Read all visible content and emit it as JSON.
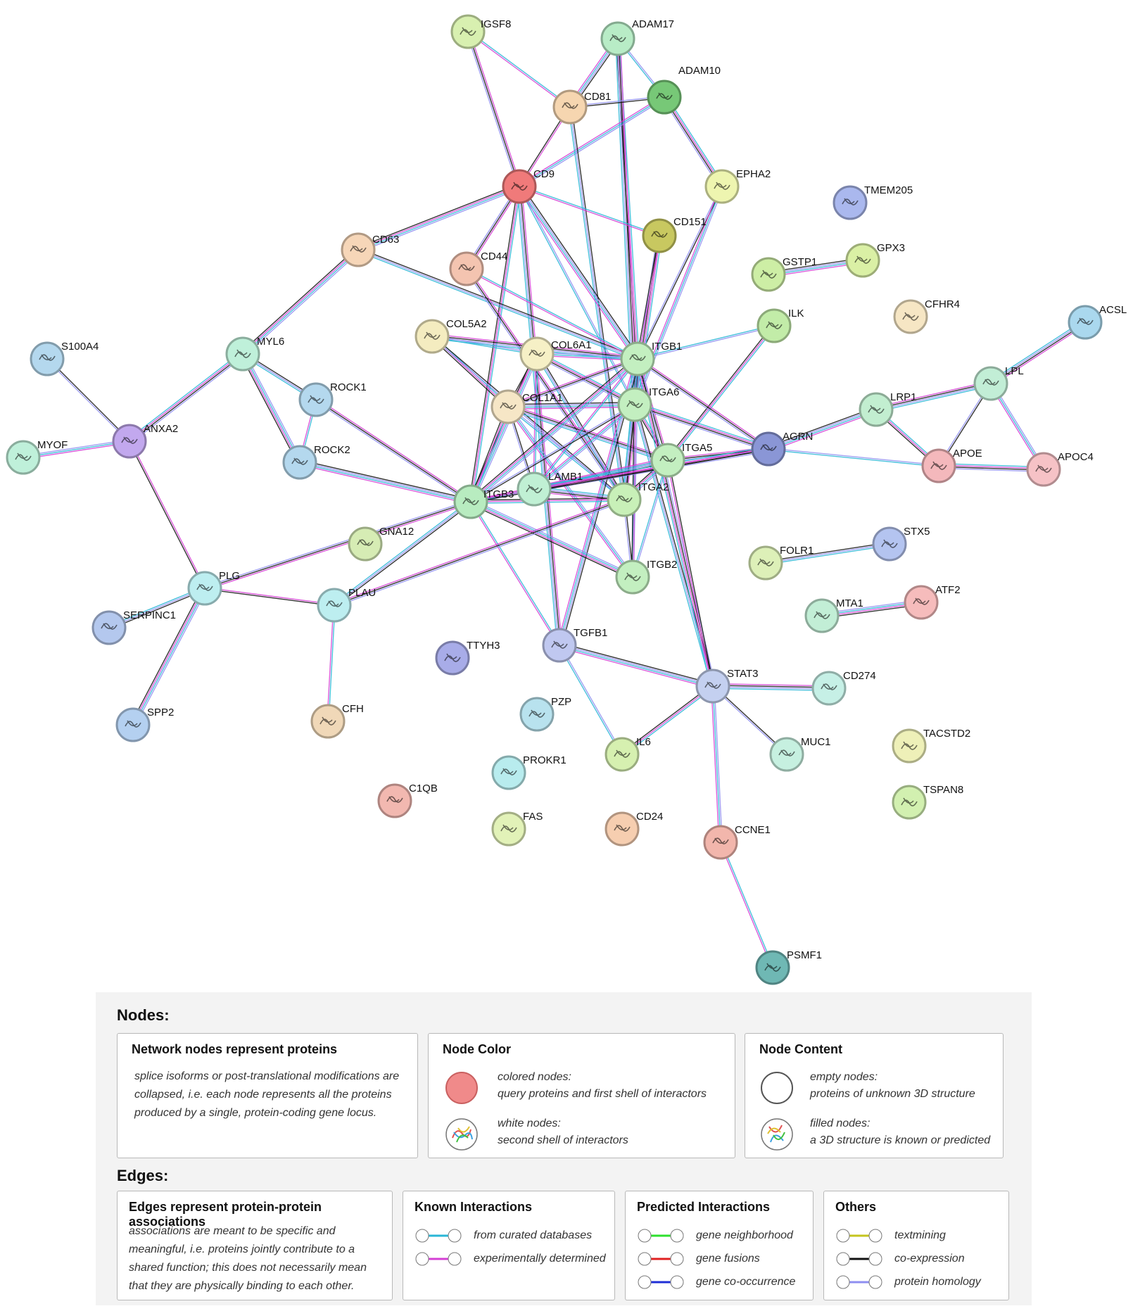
{
  "network": {
    "nodes": [
      {
        "id": "IGSF8",
        "color": "#d8f0b0"
      },
      {
        "id": "ADAM17",
        "color": "#b8ecc6"
      },
      {
        "id": "ADAM10",
        "color": "#77c877"
      },
      {
        "id": "CD81",
        "color": "#f6d6b0"
      },
      {
        "id": "CD9",
        "color": "#f07a7a"
      },
      {
        "id": "EPHA2",
        "color": "#eef5b0"
      },
      {
        "id": "TMEM205",
        "color": "#aab8ee"
      },
      {
        "id": "CD151",
        "color": "#c8c860"
      },
      {
        "id": "GSTP1",
        "color": "#cdeea5"
      },
      {
        "id": "GPX3",
        "color": "#daf0a5"
      },
      {
        "id": "CD63",
        "color": "#f6d6b8"
      },
      {
        "id": "CD44",
        "color": "#f4c4b0"
      },
      {
        "id": "CFHR4",
        "color": "#f6e6c4"
      },
      {
        "id": "ILK",
        "color": "#c2eca8"
      },
      {
        "id": "ACSL",
        "color": "#aad8ee"
      },
      {
        "id": "S100A4",
        "color": "#b4d8ee"
      },
      {
        "id": "MYL6",
        "color": "#bff0da"
      },
      {
        "id": "COL5A2",
        "color": "#f4ecc0"
      },
      {
        "id": "COL6A1",
        "color": "#f6f0c6"
      },
      {
        "id": "ITGB1",
        "color": "#c3efc0"
      },
      {
        "id": "ROCK1",
        "color": "#b4d8ee"
      },
      {
        "id": "ITGA6",
        "color": "#c3efc0"
      },
      {
        "id": "COL1A1",
        "color": "#f6e6c6"
      },
      {
        "id": "LPL",
        "color": "#c2eed6"
      },
      {
        "id": "LRP1",
        "color": "#c2eed0"
      },
      {
        "id": "MYOF",
        "color": "#bff0da"
      },
      {
        "id": "ANXA2",
        "color": "#c2a8ee"
      },
      {
        "id": "AGRN",
        "color": "#8a96d6"
      },
      {
        "id": "APOE",
        "color": "#f4b8bc"
      },
      {
        "id": "APOC4",
        "color": "#f6c2c6"
      },
      {
        "id": "ROCK2",
        "color": "#b4d8ee"
      },
      {
        "id": "ITGA5",
        "color": "#c3efc0"
      },
      {
        "id": "LAMB1",
        "color": "#c0f0d4"
      },
      {
        "id": "ITGB3",
        "color": "#b8ecc0"
      },
      {
        "id": "ITGA2",
        "color": "#c8f0b8"
      },
      {
        "id": "GNA12",
        "color": "#d6ecb4"
      },
      {
        "id": "STX5",
        "color": "#b4c4f0"
      },
      {
        "id": "FOLR1",
        "color": "#ddf0b8"
      },
      {
        "id": "PLG",
        "color": "#bdeef0"
      },
      {
        "id": "PLAU",
        "color": "#bdeef0"
      },
      {
        "id": "ITGB2",
        "color": "#c3efc0"
      },
      {
        "id": "MTA1",
        "color": "#c2eed6"
      },
      {
        "id": "ATF2",
        "color": "#f6bcbc"
      },
      {
        "id": "SERPINC1",
        "color": "#b4c8ee"
      },
      {
        "id": "TTYH3",
        "color": "#a8ace8"
      },
      {
        "id": "TGFB1",
        "color": "#c0c8f0"
      },
      {
        "id": "STAT3",
        "color": "#c4d0f0"
      },
      {
        "id": "CD274",
        "color": "#c6f0e6"
      },
      {
        "id": "CFH",
        "color": "#f0d8b8"
      },
      {
        "id": "PZP",
        "color": "#b8e2ee"
      },
      {
        "id": "SPP2",
        "color": "#b4d0f0"
      },
      {
        "id": "MUC1",
        "color": "#c6f0e0"
      },
      {
        "id": "TACSTD2",
        "color": "#eef0b8"
      },
      {
        "id": "IL6",
        "color": "#d6f0b0"
      },
      {
        "id": "PROKR1",
        "color": "#b8ecee"
      },
      {
        "id": "C1QB",
        "color": "#f2b8b0"
      },
      {
        "id": "TSPAN8",
        "color": "#d2f0b0"
      },
      {
        "id": "FAS",
        "color": "#e2f2b8"
      },
      {
        "id": "CD24",
        "color": "#f6ceb0"
      },
      {
        "id": "CCNE1",
        "color": "#f2b6ac"
      },
      {
        "id": "PSMF1",
        "color": "#6fb8b4"
      }
    ],
    "edges": [
      [
        "IGSF8",
        "CD81"
      ],
      [
        "IGSF8",
        "CD9"
      ],
      [
        "ADAM17",
        "CD81"
      ],
      [
        "ADAM17",
        "ADAM10"
      ],
      [
        "ADAM17",
        "ITGB1"
      ],
      [
        "ADAM17",
        "ITGA6"
      ],
      [
        "ADAM10",
        "CD81"
      ],
      [
        "ADAM10",
        "CD9"
      ],
      [
        "ADAM10",
        "EPHA2"
      ],
      [
        "CD81",
        "CD9"
      ],
      [
        "CD81",
        "ITGA2"
      ],
      [
        "CD9",
        "CD63"
      ],
      [
        "CD9",
        "CD151"
      ],
      [
        "CD9",
        "CD44"
      ],
      [
        "CD9",
        "ITGB1"
      ],
      [
        "CD9",
        "ITGA6"
      ],
      [
        "CD9",
        "ITGB3"
      ],
      [
        "CD9",
        "TGFB1"
      ],
      [
        "EPHA2",
        "ITGB1"
      ],
      [
        "EPHA2",
        "ITGA6"
      ],
      [
        "CD151",
        "ITGA6"
      ],
      [
        "CD151",
        "ITGB1"
      ],
      [
        "CD63",
        "ITGB1"
      ],
      [
        "CD63",
        "MYL6"
      ],
      [
        "CD44",
        "ITGB1"
      ],
      [
        "CD44",
        "ITGA2"
      ],
      [
        "GSTP1",
        "GPX3"
      ],
      [
        "ILK",
        "ITGB1"
      ],
      [
        "ILK",
        "ITGA5"
      ],
      [
        "ACSL",
        "LPL"
      ],
      [
        "S100A4",
        "ANXA2"
      ],
      [
        "MYOF",
        "ANXA2"
      ],
      [
        "ANXA2",
        "MYL6"
      ],
      [
        "ANXA2",
        "PLG"
      ],
      [
        "MYL6",
        "ROCK1"
      ],
      [
        "MYL6",
        "ROCK2"
      ],
      [
        "ROCK1",
        "ROCK2"
      ],
      [
        "ROCK1",
        "ITGB3"
      ],
      [
        "ROCK2",
        "ITGB3"
      ],
      [
        "COL5A2",
        "COL6A1"
      ],
      [
        "COL5A2",
        "COL1A1"
      ],
      [
        "COL5A2",
        "ITGB1"
      ],
      [
        "COL5A2",
        "ITGA2"
      ],
      [
        "COL6A1",
        "ITGB1"
      ],
      [
        "COL6A1",
        "ITGA6"
      ],
      [
        "COL6A1",
        "COL1A1"
      ],
      [
        "COL6A1",
        "ITGA2"
      ],
      [
        "COL6A1",
        "ITGB3"
      ],
      [
        "COL6A1",
        "LAMB1"
      ],
      [
        "COL1A1",
        "ITGB1"
      ],
      [
        "COL1A1",
        "ITGA6"
      ],
      [
        "COL1A1",
        "ITGA2"
      ],
      [
        "COL1A1",
        "ITGB3"
      ],
      [
        "COL1A1",
        "ITGA5"
      ],
      [
        "COL1A1",
        "LAMB1"
      ],
      [
        "COL1A1",
        "ITGB2"
      ],
      [
        "ITGB1",
        "ITGA6"
      ],
      [
        "ITGB1",
        "ITGA5"
      ],
      [
        "ITGB1",
        "ITGA2"
      ],
      [
        "ITGB1",
        "ITGB3"
      ],
      [
        "ITGB1",
        "LAMB1"
      ],
      [
        "ITGB1",
        "AGRN"
      ],
      [
        "ITGB1",
        "TGFB1"
      ],
      [
        "ITGB1",
        "ITGB2"
      ],
      [
        "ITGA6",
        "ITGA5"
      ],
      [
        "ITGA6",
        "ITGA2"
      ],
      [
        "ITGA6",
        "ITGB3"
      ],
      [
        "ITGA6",
        "LAMB1"
      ],
      [
        "ITGA6",
        "AGRN"
      ],
      [
        "ITGA6",
        "ITGB2"
      ],
      [
        "ITGA6",
        "STAT3"
      ],
      [
        "ITGA5",
        "ITGA2"
      ],
      [
        "ITGA5",
        "ITGB3"
      ],
      [
        "ITGA5",
        "AGRN"
      ],
      [
        "ITGA5",
        "LAMB1"
      ],
      [
        "ITGA5",
        "ITGB2"
      ],
      [
        "ITGA2",
        "ITGB3"
      ],
      [
        "ITGA2",
        "LAMB1"
      ],
      [
        "ITGA2",
        "ITGB2"
      ],
      [
        "LAMB1",
        "ITGB3"
      ],
      [
        "LAMB1",
        "AGRN"
      ],
      [
        "ITGB3",
        "AGRN"
      ],
      [
        "ITGB3",
        "PLAU"
      ],
      [
        "ITGB3",
        "ITGB2"
      ],
      [
        "ITGB3",
        "TGFB1"
      ],
      [
        "ITGB3",
        "PLG"
      ],
      [
        "AGRN",
        "LRP1"
      ],
      [
        "AGRN",
        "APOE"
      ],
      [
        "LRP1",
        "APOE"
      ],
      [
        "LRP1",
        "LPL"
      ],
      [
        "LPL",
        "APOE"
      ],
      [
        "LPL",
        "APOC4"
      ],
      [
        "APOE",
        "APOC4"
      ],
      [
        "PLG",
        "PLAU"
      ],
      [
        "PLG",
        "SERPINC1"
      ],
      [
        "PLG",
        "SPP2"
      ],
      [
        "PLAU",
        "CFH"
      ],
      [
        "PLAU",
        "ITGA2"
      ],
      [
        "TGFB1",
        "STAT3"
      ],
      [
        "TGFB1",
        "IL6"
      ],
      [
        "STAT3",
        "IL6"
      ],
      [
        "STAT3",
        "CD274"
      ],
      [
        "STAT3",
        "MUC1"
      ],
      [
        "STAT3",
        "CCNE1"
      ],
      [
        "STAT3",
        "ITGB1"
      ],
      [
        "STAT3",
        "ITGA5"
      ],
      [
        "FOLR1",
        "STX5"
      ],
      [
        "MTA1",
        "ATF2"
      ],
      [
        "CCNE1",
        "PSMF1"
      ]
    ]
  },
  "legend": {
    "nodes_title": "Nodes:",
    "edges_title": "Edges:",
    "box1": {
      "title": "Network nodes represent proteins",
      "desc": "splice isoforms or post-translational modifications are collapsed, i.e. each node represents all the proteins produced by a single, protein-coding gene locus."
    },
    "box2": {
      "title": "Node Color",
      "item1_a": "colored nodes:",
      "item1_b": "query proteins and first shell of interactors",
      "item2_a": "white nodes:",
      "item2_b": "second shell of interactors",
      "colored_swatch": "#f08a8a"
    },
    "box3": {
      "title": "Node Content",
      "item1_a": "empty nodes:",
      "item1_b": "proteins of unknown 3D structure",
      "item2_a": "filled nodes:",
      "item2_b": "a 3D structure is known or predicted"
    },
    "box4": {
      "title": "Edges represent protein-protein associations",
      "desc": "associations are meant to be specific and meaningful, i.e. proteins jointly contribute to a shared function; this does not necessarily mean that they are physically binding to each other."
    },
    "known": {
      "title": "Known Interactions",
      "items": [
        {
          "label": "from curated databases",
          "color": "#29b6d6"
        },
        {
          "label": "experimentally determined",
          "color": "#d43fd4"
        }
      ]
    },
    "predicted": {
      "title": "Predicted Interactions",
      "items": [
        {
          "label": "gene neighborhood",
          "color": "#2ee02e"
        },
        {
          "label": "gene fusions",
          "color": "#e02020"
        },
        {
          "label": "gene co-occurrence",
          "color": "#1f2fd6"
        }
      ]
    },
    "others": {
      "title": "Others",
      "items": [
        {
          "label": "textmining",
          "color": "#c4c41e"
        },
        {
          "label": "co-expression",
          "color": "#111111"
        },
        {
          "label": "protein homology",
          "color": "#8f8ff0"
        }
      ]
    }
  }
}
